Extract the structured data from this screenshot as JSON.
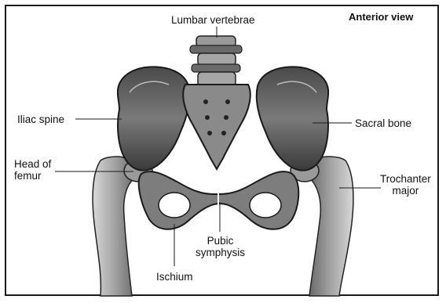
{
  "view_title": "Anterior view",
  "labels": {
    "lumbar_vertebrae": "Lumbar vertebrae",
    "iliac_spine": "Iliac spine",
    "sacral_bone": "Sacral bone",
    "head_of_femur_line1": "Head of",
    "head_of_femur_line2": "femur",
    "trochanter_major_line1": "Trochanter",
    "trochanter_major_line2": "major",
    "pubic_symphysis_line1": "Pubic",
    "pubic_symphysis_line2": "symphysis",
    "ischium": "Ischium"
  },
  "colors": {
    "bone_fill": "#8a8a8a",
    "bone_dark": "#2e2e2e",
    "bone_light": "#cfcfcf",
    "line": "#1a1a1a"
  }
}
